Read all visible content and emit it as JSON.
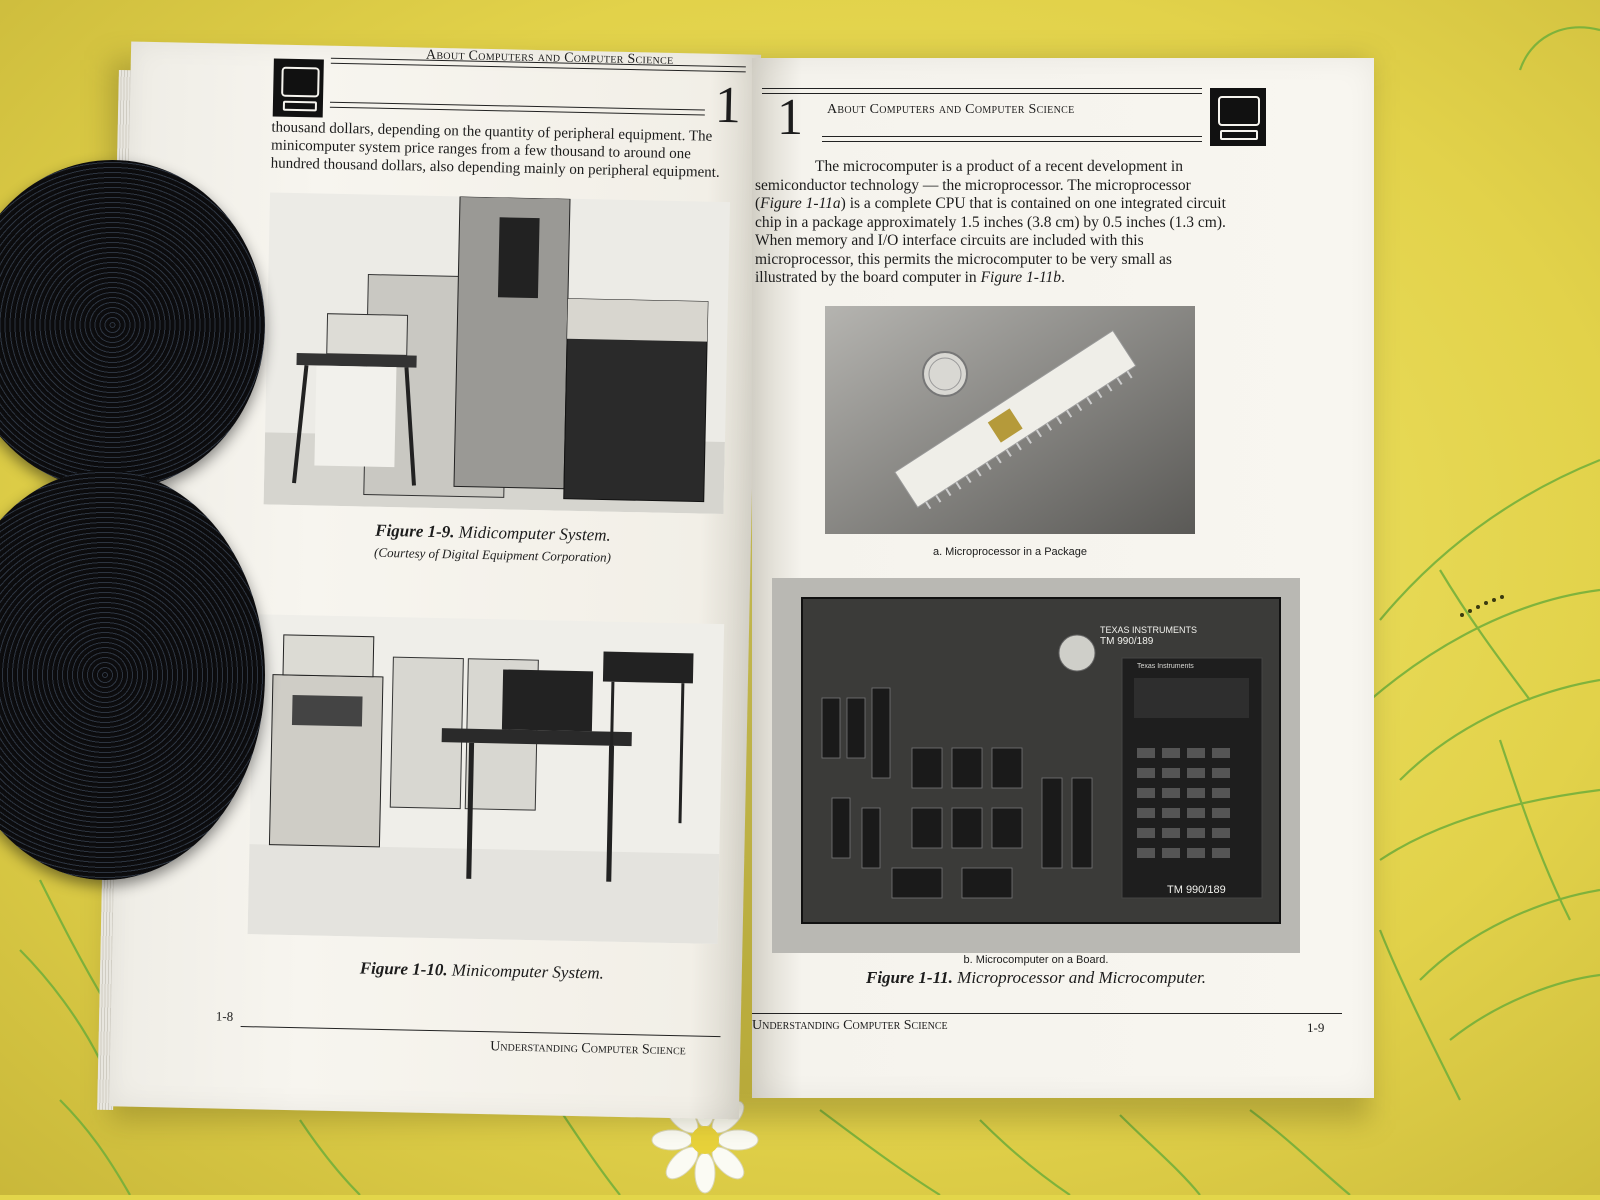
{
  "left_page": {
    "running_head": "About Computers and Computer Science",
    "chapter_number": "1",
    "intro_text": "thousand dollars, depending on the quantity of peripheral equipment. The minicomputer system price ranges from a few thousand to around one hundred thousand dollars, also depending mainly on peripheral equipment.",
    "figure_1_9": {
      "caption_label": "Figure 1-9.",
      "caption_title": "Midicomputer System.",
      "credit": "(Courtesy of Digital Equipment Corporation)"
    },
    "figure_1_10": {
      "caption_label": "Figure 1-10.",
      "caption_title": "Minicomputer System."
    },
    "page_number": "1-8",
    "footer": "Understanding Computer Science"
  },
  "right_page": {
    "chapter_number": "1",
    "running_head": "About Computers and Computer Science",
    "paragraph": {
      "l1": "The microcomputer is a product of a recent development in",
      "l2": "semiconductor technology — the microprocessor. The microprocessor",
      "l3_fig": "Figure 1-11a",
      "l3_rest": ") is a complete CPU that is contained on one integrated circuit",
      "l4": "chip in a package approximately 1.5 inches (3.8 cm) by 0.5 inches (1.3 cm).",
      "l5": "When memory and I/O interface circuits are included with this",
      "l6": "microprocessor, this permits the microcomputer to be very small as",
      "l7": "illustrated by the board computer in",
      "l7_fig": "Figure 1-11b",
      "l7_end": "."
    },
    "sub_a": "a. Microprocessor in a Package",
    "sub_b": "b. Microcomputer on a Board.",
    "board_labels": {
      "brand": "TEXAS INSTRUMENTS",
      "model": "TM 990/189",
      "model_bottom": "TM 990/189",
      "calc_brand": "Texas Instruments"
    },
    "figure_1_11": {
      "caption_label": "Figure 1-11.",
      "caption_title": "Microprocessor and Microcomputer."
    },
    "footer": "Understanding Computer Science",
    "page_number": "1-9"
  },
  "colors": {
    "table": "#e3d64a",
    "paper": "#f6f4ee",
    "ink": "#1c1c1c",
    "coaster": "#0d0d0f"
  },
  "icons": [
    "computer-monitor-icon"
  ]
}
